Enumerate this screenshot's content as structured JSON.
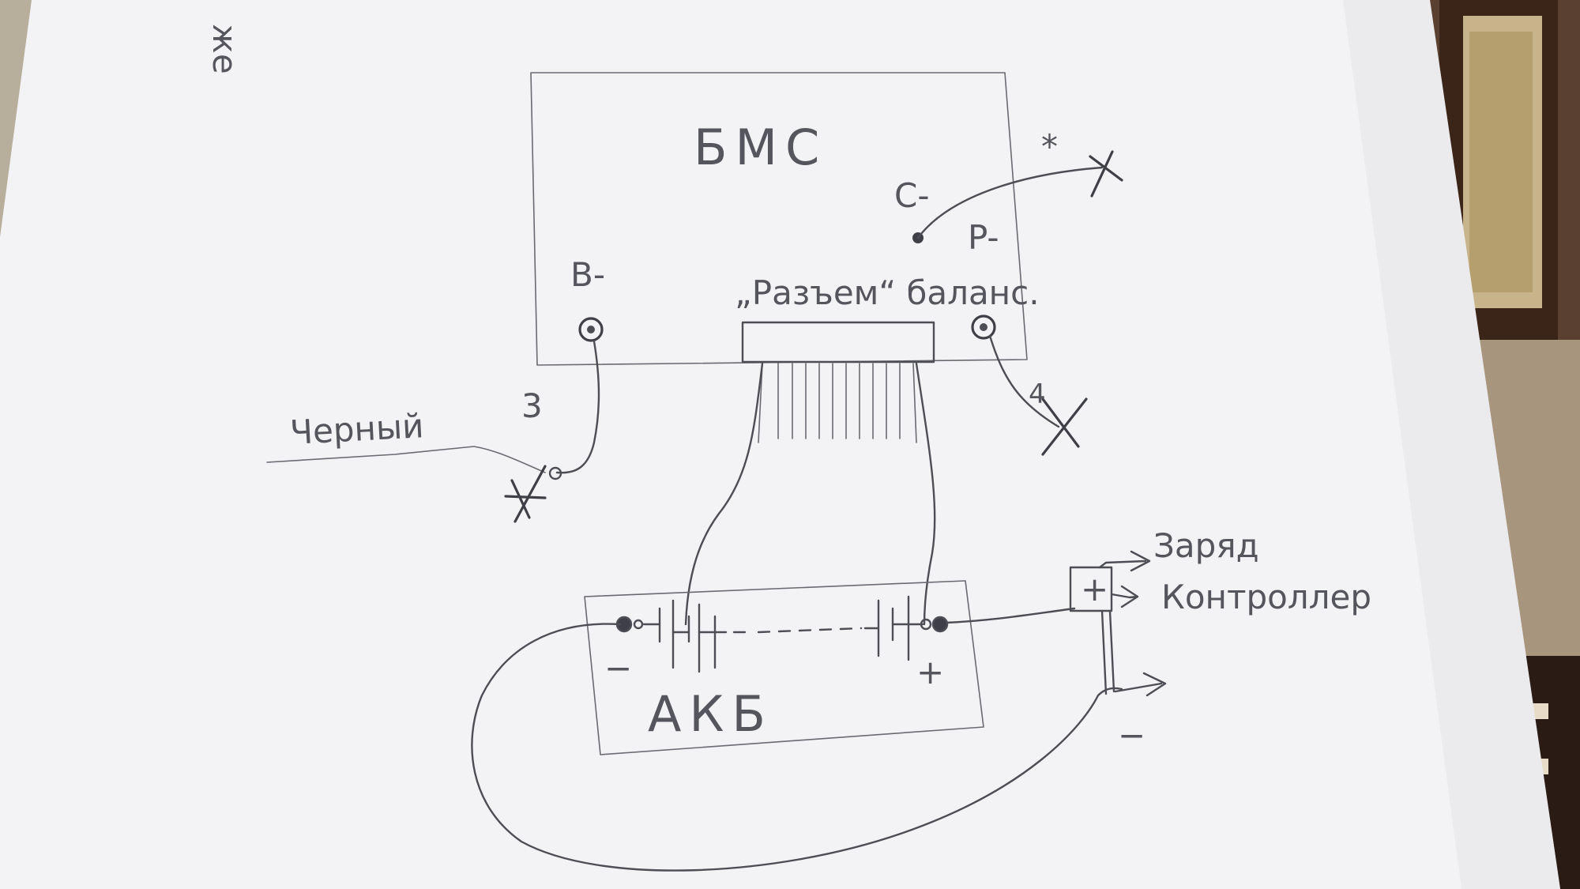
{
  "bms": {
    "title": "БМС",
    "b_minus": "B-",
    "c_minus": "C-",
    "p_minus": "P-",
    "balance_connector": "„Разъем“ баланс."
  },
  "marks": {
    "asterisk": "*",
    "label_3": "3",
    "label_4": "4",
    "black_wire": "Черный",
    "corner_scribble": "же"
  },
  "battery": {
    "title": "АКБ",
    "minus": "−",
    "plus": "+"
  },
  "outputs": {
    "plus_box": "+",
    "charge": "Заряд",
    "controller": "Контроллер",
    "minus_out": "−"
  },
  "colors": {
    "paper": "#f3f3f5",
    "pencil": "#4d4d55",
    "background": "#6b5a45"
  }
}
